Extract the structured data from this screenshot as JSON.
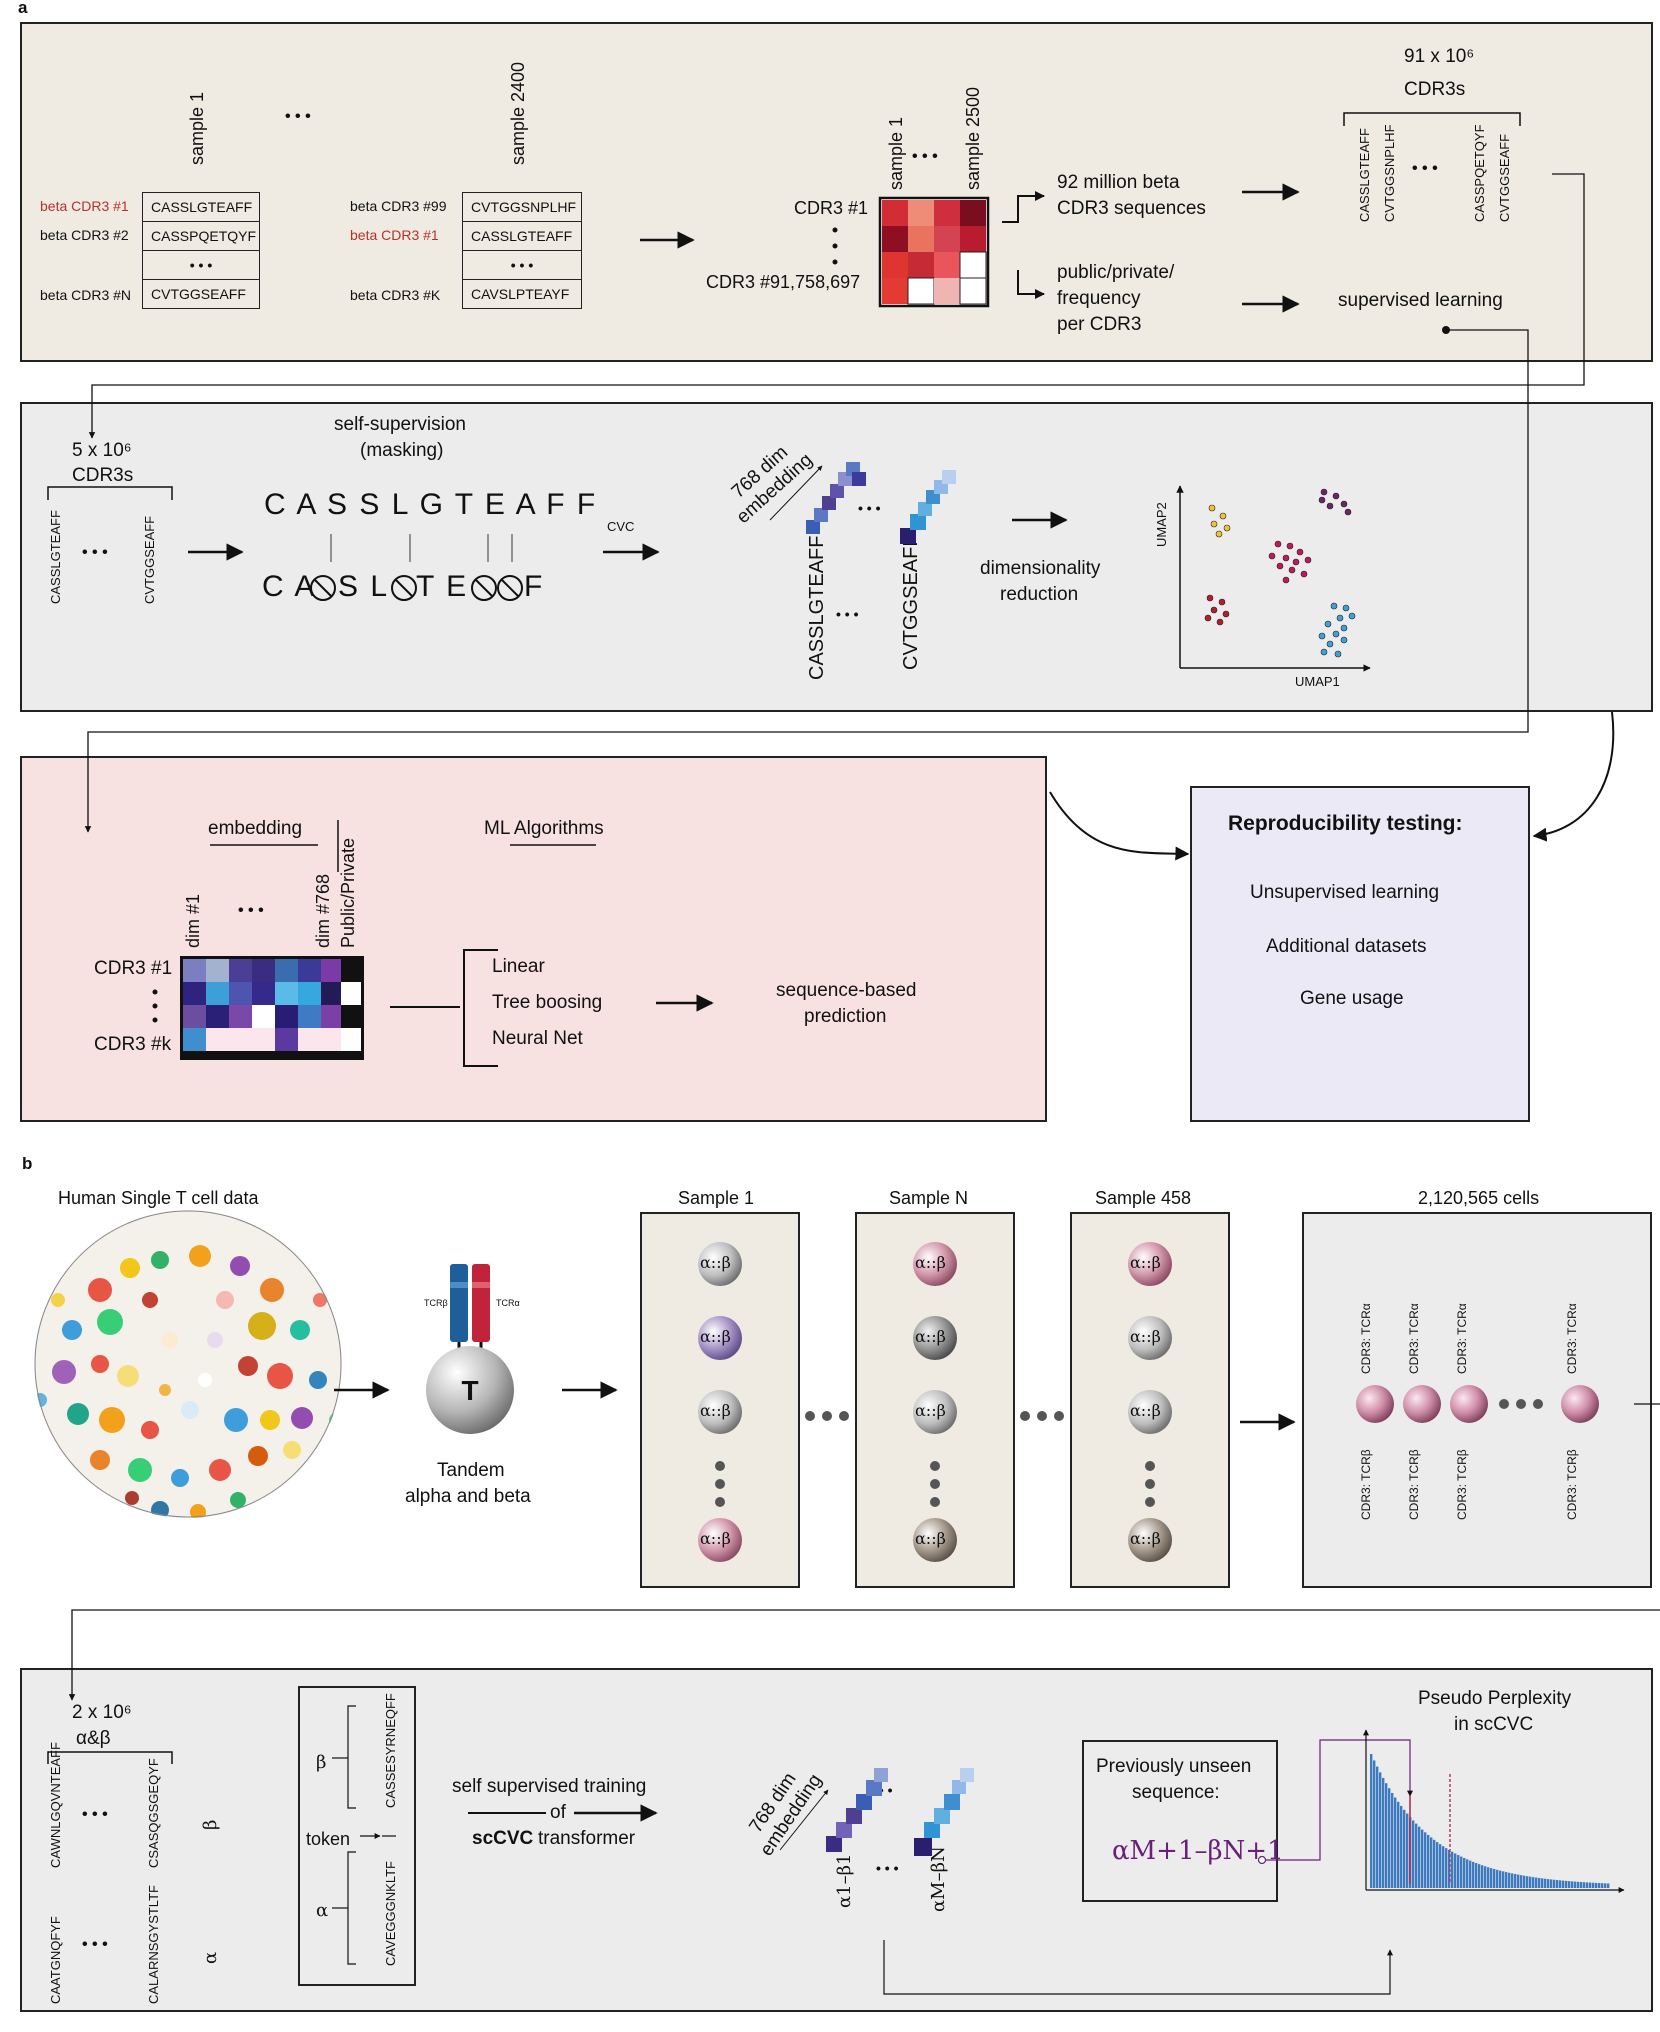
{
  "panel_a": {
    "label": "a",
    "s1_header": "sample 1",
    "s2_header": "sample 2400",
    "ellipsis": "• • •",
    "s1_rows": [
      {
        "label": "beta CDR3 #1",
        "seq": "CASSLGTEAFF",
        "red": true
      },
      {
        "label": "beta CDR3 #2",
        "seq": "CASSPQETQYF",
        "red": false
      },
      {
        "label": "",
        "seq": "• • •",
        "red": false
      },
      {
        "label": "beta CDR3 #N",
        "seq": "CVTGGSEAFF",
        "red": false
      }
    ],
    "s2_rows": [
      {
        "label": "beta CDR3 #99",
        "seq": "CVTGGSNPLHF",
        "red": false
      },
      {
        "label": "beta CDR3 #1",
        "seq": "CASSLGTEAFF",
        "red": true
      },
      {
        "label": "",
        "seq": "• • •",
        "red": false
      },
      {
        "label": "beta CDR3 #K",
        "seq": "CAVSLPTEAYF",
        "red": false
      }
    ],
    "matrix_col1": "sample 1",
    "matrix_col2": "sample 2500",
    "matrix_row1": "CDR3 #1",
    "matrix_row2": "CDR3 #91,758,697",
    "out1_line1": "92 million beta",
    "out1_line2": "CDR3 sequences",
    "out2_line1": "public/private/",
    "out2_line2": "frequency",
    "out2_line3": "per CDR3",
    "cdr3s_line1": "91 x 10⁶",
    "cdr3s_line2": "CDR3s",
    "cdr3s_seqs": [
      "CASSLGTEAFF",
      "CVTGGSNPLHF",
      "CASSPQETQYF",
      "CVTGGSEAFF"
    ],
    "supervised": "supervised learning"
  },
  "panel_a2": {
    "count_line1": "5 x 10⁶",
    "count_line2": "CDR3s",
    "seq1": "CASSLGTEAFF",
    "seq2": "CVTGGSEAFF",
    "self_sup_line1": "self-supervision",
    "self_sup_line2": "(masking)",
    "orig_seq": "C A S S L G T E A F F",
    "masked_parts": [
      "C A",
      "S L",
      "T E",
      "F"
    ],
    "cvc": "CVC",
    "embed_line1": "768 dim",
    "embed_line2": "embedding",
    "emb_seq1": "CASSLGTEAFF",
    "emb_seq2": "CVTGGSEAFF",
    "dimred_line1": "dimensionality",
    "dimred_line2": "reduction",
    "umap1": "UMAP1",
    "umap2": "UMAP2"
  },
  "panel_a3": {
    "embedding": "embedding",
    "ml": "ML Algorithms",
    "dim1": "dim #1",
    "dim768": "dim #768",
    "pubpriv": "Public/Private",
    "row1": "CDR3 #1",
    "rowk": "CDR3 #k",
    "algos": [
      "Linear",
      "Tree boosing",
      "Neural Net"
    ],
    "pred_line1": "sequence-based",
    "pred_line2": "prediction"
  },
  "repro": {
    "title": "Reproducibility testing:",
    "items": [
      "Unsupervised learning",
      "Additional datasets",
      "Gene usage"
    ]
  },
  "panel_b": {
    "label": "b",
    "human_title": "Human Single T cell data",
    "tcrb": "TCRβ",
    "tcra": "TCRα",
    "t_letter": "T",
    "tandem_line1": "Tandem",
    "tandem_line2": "alpha and beta",
    "samples": [
      "Sample 1",
      "Sample N",
      "Sample 458"
    ],
    "ab_label": "α::β",
    "cells": "2,120,565 cells",
    "cell_top": "CDR3: TCRα",
    "cell_bottom": "CDR3: TCRβ"
  },
  "panel_b2": {
    "count_line1": "2 x 10⁶",
    "count_line2": "α&β",
    "beta_seqs": [
      "CAWNLGQVNTEAFF",
      "CSASQGSGEQYF"
    ],
    "alpha_seqs": [
      "CAATGNQFYF",
      "CALARNSGYSTLTF"
    ],
    "beta": "β",
    "alpha": "α",
    "token_beta_seq": "CASSESYRNEQFF",
    "token_alpha_seq": "CAVEGGGNKLTF",
    "token": "token",
    "train_line1": "self supervised training",
    "train_line2": "of",
    "train_bold": "scCVC",
    "train_line3": "transformer",
    "embed_line1": "768 dim",
    "embed_line2": "embedding",
    "emb_lab1": "α1–β1",
    "emb_lab2": "αM–βN",
    "unseen_line1": "Previously unseen",
    "unseen_line2": "sequence:",
    "unseen_seq": "αM+1–βN+1",
    "pp_line1": "Pseudo Perplexity",
    "pp_line2": "in scCVC"
  },
  "colors": {
    "panel_a_bg": "#efebe2",
    "panel_a2_bg": "#ececec",
    "panel_a3_bg": "#f8e1e1",
    "repro_bg": "#ebe9f5",
    "panel_b_bg": "#ececec",
    "red_text": "#b8312a",
    "purple_text": "#6a1f7a",
    "hist_blue": "#3c7bbf"
  }
}
